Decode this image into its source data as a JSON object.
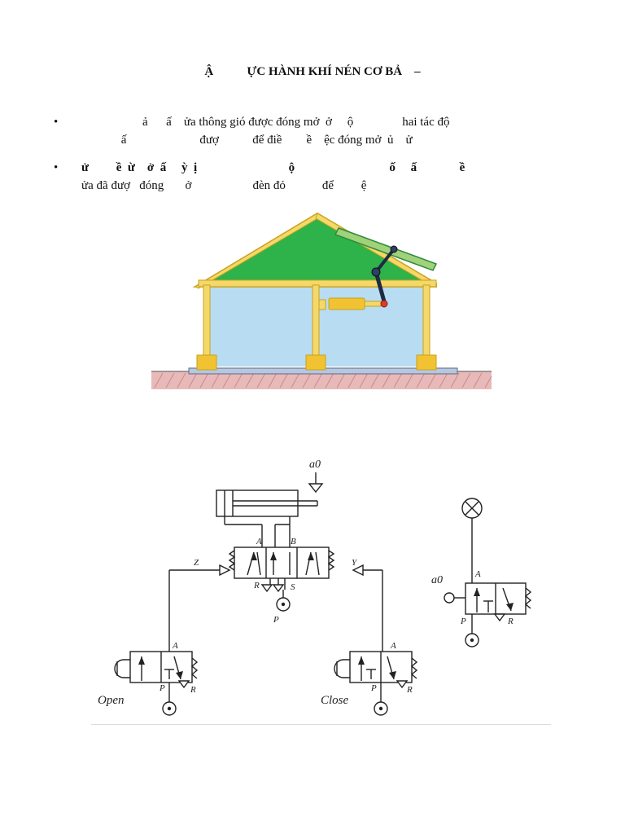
{
  "title": "Ậ           ỰC HÀNH KHÍ NÉN CƠ BẢ    –",
  "bullets": [
    {
      "marker": "•",
      "line1": "                    ả      ấ    ửa thông gió được đóng mở  ở     ộ                hai tác độ",
      "line2": "             ấ                        đượ           để điề        ề    ệc đóng mở  ủ    ử"
    },
    {
      "marker": "•",
      "line1": "ử         ề  ừ    ở  ấ     ỳ  ị                              ộ                               ố     ấ              ề",
      "line2": "ửa đã đượ   đóng       ở                    đèn đỏ            để         ệ"
    }
  ],
  "circuit": {
    "port_A": "A",
    "port_B": "B",
    "port_R": "R",
    "port_S": "S",
    "port_P": "P",
    "pilot_Z": "Z",
    "pilot_Y": "Y",
    "sensor_a0": "a0",
    "open_label": "Open",
    "close_label": "Close"
  },
  "colors": {
    "roof": "#2db34a",
    "frame": "#f5d86a",
    "frame_stroke": "#c9a21e",
    "wall": "#b8dcf2",
    "ground": "#e8b9b9",
    "foundation": "#f1c232",
    "line": "#222222"
  }
}
